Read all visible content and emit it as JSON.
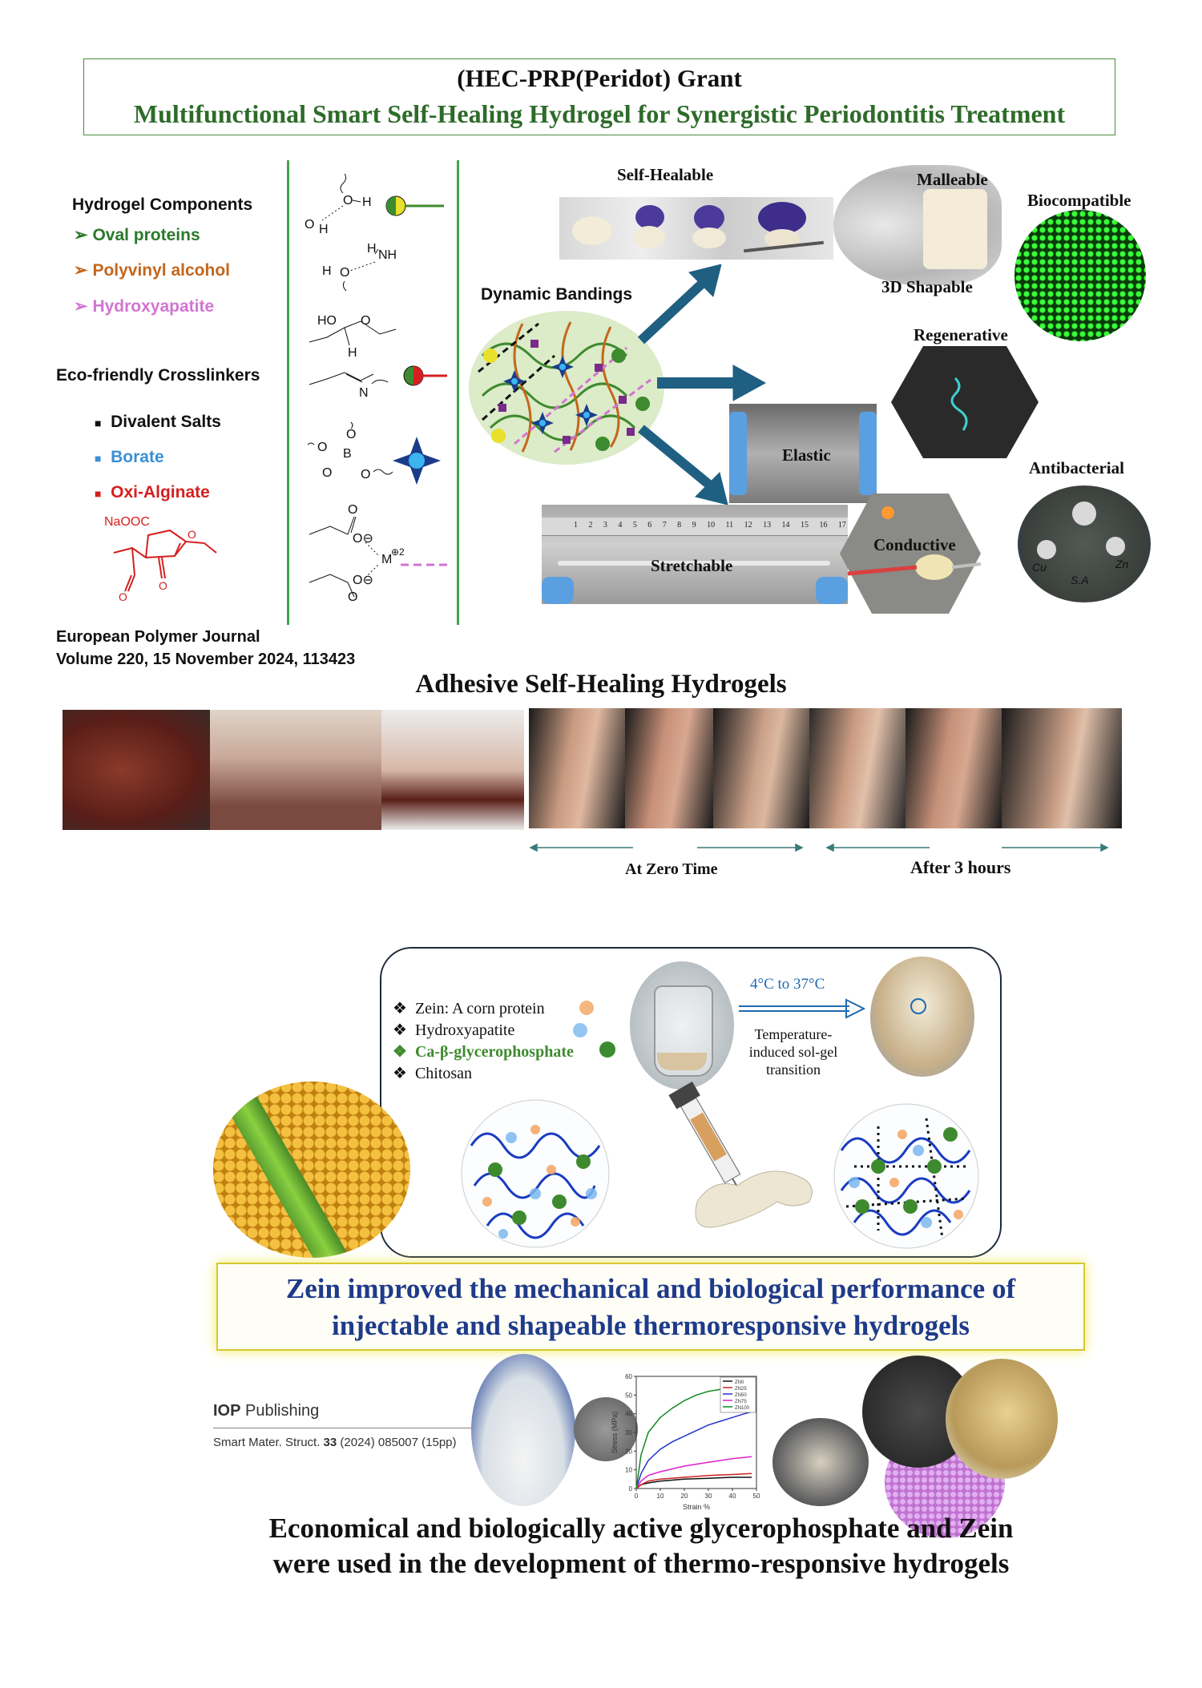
{
  "header": {
    "grant": "(HEC-PRP(Peridot) Grant",
    "title": "Multifunctional Smart Self-Healing Hydrogel for Synergistic Periodontitis Treatment"
  },
  "components": {
    "heading": "Hydrogel Components",
    "items": [
      "Oval proteins",
      "Polyvinyl alcohol",
      "Hydroxyapatite"
    ],
    "crosslinkers_heading": "Eco-friendly Crosslinkers",
    "crosslinkers": [
      "Divalent Salts",
      "Borate",
      "Oxi-Alginate"
    ],
    "naooc": "NaOOC"
  },
  "chem": {
    "h": "H",
    "o": "O",
    "nh": "NH",
    "n": "N",
    "b": "B",
    "ho": "HO",
    "m2": "M",
    "m2sup": "⊕2",
    "ominus": "O⊖"
  },
  "properties": {
    "dynamic": "Dynamic Bandings",
    "self_healable": "Self-Healable",
    "malleable": "Malleable",
    "shapable": "3D Shapable",
    "biocompatible": "Biocompatible",
    "regenerative": "Regenerative",
    "elastic": "Elastic",
    "stretchable": "Stretchable",
    "conductive": "Conductive",
    "antibacterial": "Antibacterial",
    "ruler_numbers": [
      "1",
      "2",
      "3",
      "4",
      "5",
      "6",
      "7",
      "8",
      "9",
      "10",
      "11",
      "12",
      "13",
      "14",
      "15",
      "16",
      "17"
    ],
    "dish_labels": [
      "Cu",
      "S.A",
      "Zn"
    ]
  },
  "journal1": {
    "name": "European Polymer Journal",
    "volume": "Volume 220, 15 November 2024, 113423"
  },
  "adhesive": {
    "title": "Adhesive Self-Healing Hydrogels",
    "zero_time": "At Zero Time",
    "after": "After 3 hours"
  },
  "zein": {
    "items": [
      "Zein: A corn protein",
      "Hydroxyapatite",
      "Ca-β-glycerophosphate",
      "Chitosan"
    ],
    "temp": "4°C to 37°C",
    "transition": [
      "Temperature-",
      "induced sol-gel",
      "transition"
    ],
    "highlight": [
      "Zein improved the mechanical and biological performance of",
      "injectable and shapeable thermoresponsive hydrogels"
    ]
  },
  "iop": {
    "logo_bold": "IOP",
    "logo_rest": "Publishing",
    "citation_pre": "Smart Mater. Struct.",
    "citation_vol": "33",
    "citation_post": "(2024) 085007 (15pp)"
  },
  "chart_data": {
    "type": "line",
    "xlabel": "Strain %",
    "ylabel": "Stress (MPa)",
    "xlim": [
      0,
      50
    ],
    "ylim": [
      0,
      60
    ],
    "x_ticks": [
      0,
      10,
      20,
      30,
      40,
      50
    ],
    "y_ticks": [
      0,
      10,
      20,
      30,
      40,
      50,
      60
    ],
    "series": [
      {
        "name": "ZN0",
        "color": "#111111",
        "x": [
          0,
          2,
          5,
          10,
          20,
          30,
          40,
          48
        ],
        "y": [
          0,
          2,
          3,
          4,
          5,
          5.5,
          6,
          6
        ]
      },
      {
        "name": "ZN25",
        "color": "#cc2222",
        "x": [
          0,
          2,
          5,
          10,
          20,
          30,
          40,
          48
        ],
        "y": [
          0,
          2,
          4,
          5,
          6,
          7,
          7.5,
          8
        ]
      },
      {
        "name": "ZN50",
        "color": "#2233cc",
        "x": [
          0,
          2,
          5,
          10,
          15,
          20,
          25,
          30,
          35,
          40,
          45,
          48
        ],
        "y": [
          0,
          8,
          15,
          21,
          25,
          28,
          31,
          34,
          36,
          38,
          40,
          41
        ]
      },
      {
        "name": "ZN75",
        "color": "#dd22cc",
        "x": [
          0,
          2,
          5,
          10,
          20,
          30,
          40,
          48
        ],
        "y": [
          0,
          4,
          7,
          9,
          12,
          14,
          16,
          17
        ]
      },
      {
        "name": "ZN100",
        "color": "#118822",
        "x": [
          0,
          2,
          5,
          10,
          15,
          20,
          25,
          30,
          35,
          40,
          43,
          45,
          47
        ],
        "y": [
          0,
          18,
          30,
          38,
          43,
          47,
          50,
          52,
          53,
          55,
          55,
          52,
          48
        ]
      }
    ]
  },
  "conclusion": [
    "Economical and biologically active glycerophosphate and Zein",
    "were used in the development of thermo-responsive hydrogels"
  ]
}
